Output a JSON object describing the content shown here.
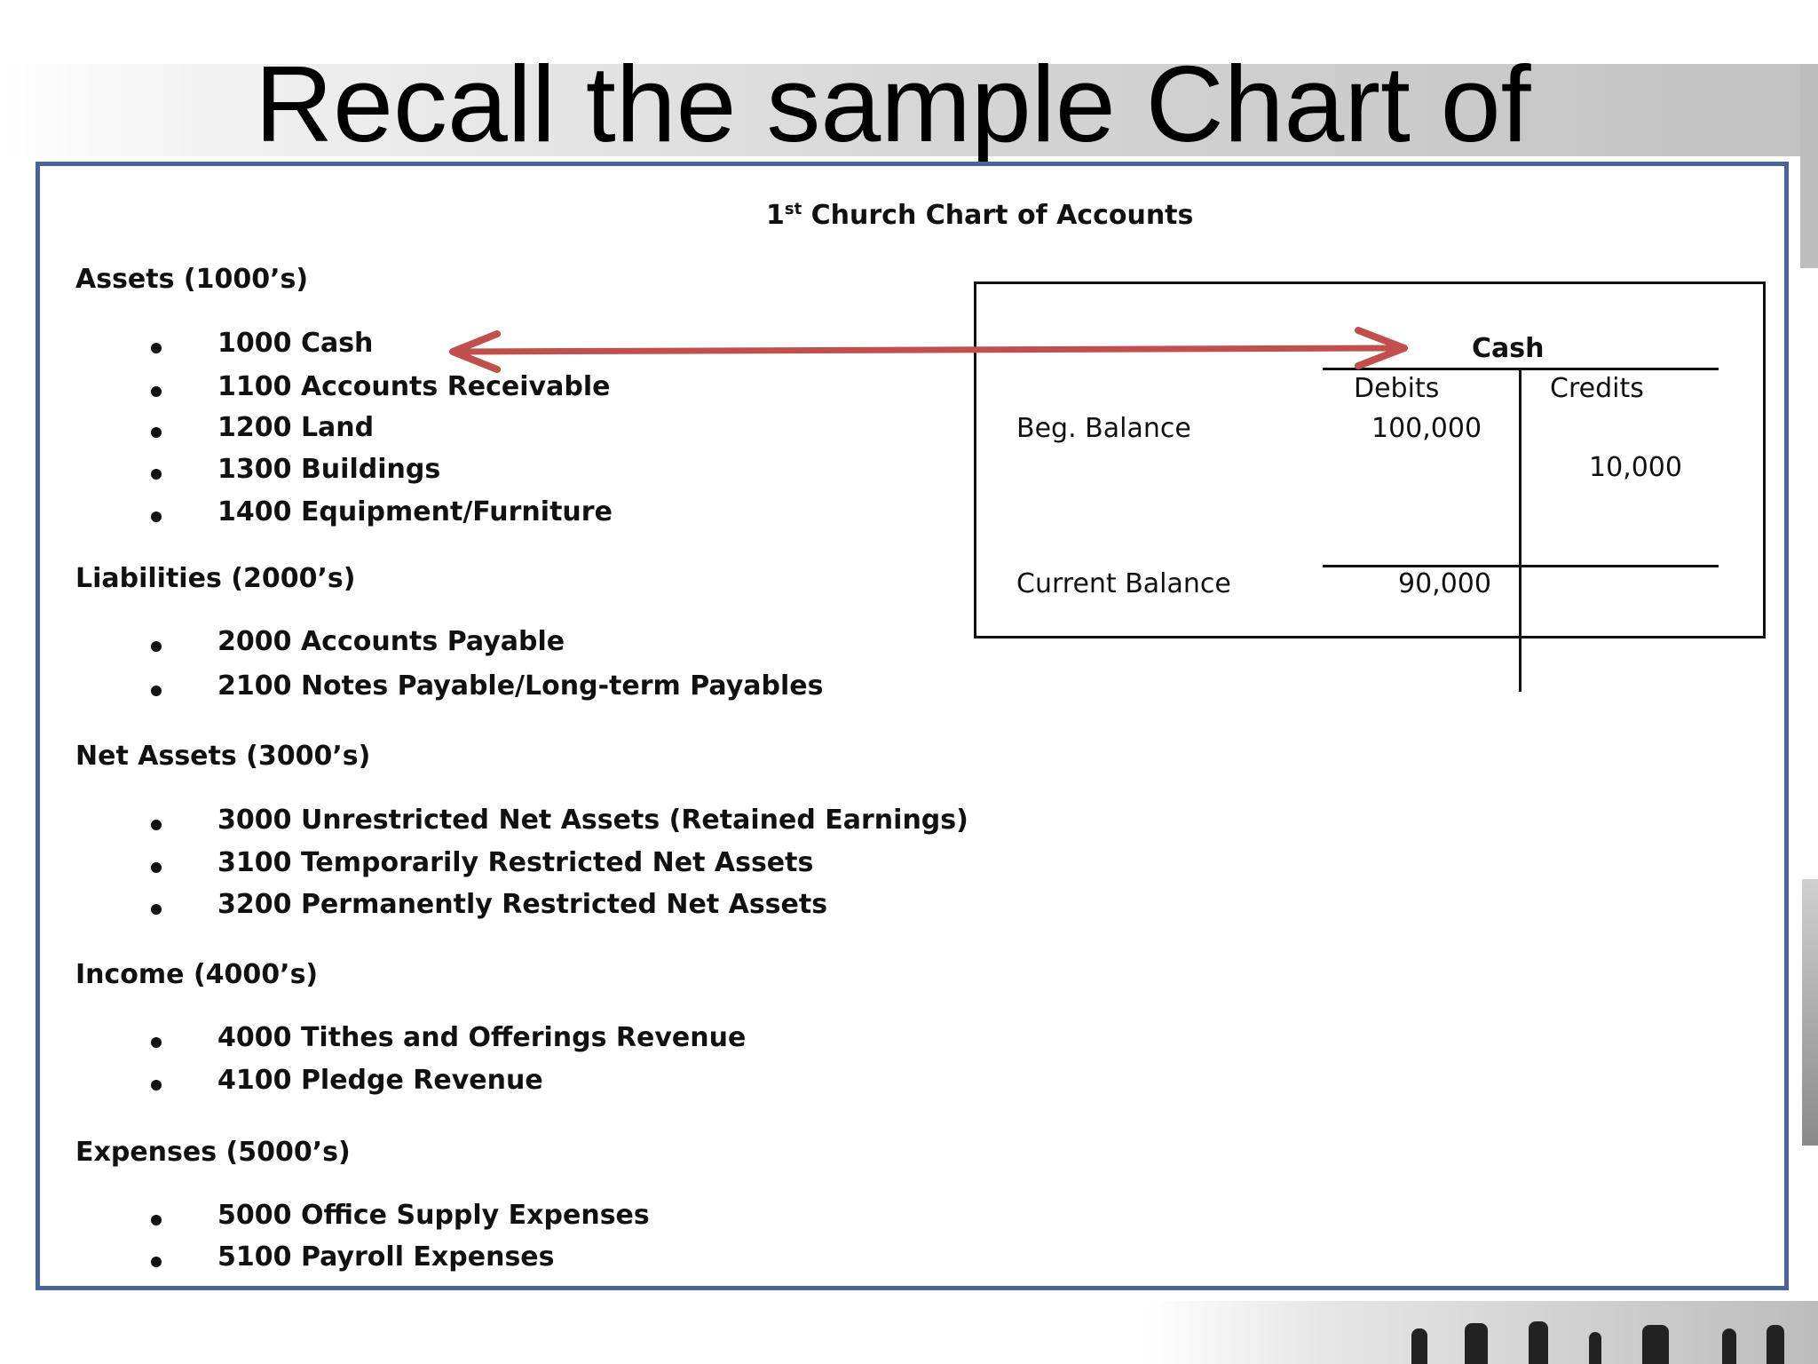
{
  "slide": {
    "title": "Recall the sample Chart of"
  },
  "document": {
    "heading_prefix": "1",
    "heading_sup": "st",
    "heading_rest": " Church Chart of Accounts",
    "sections": [
      {
        "heading": "Assets (1000’s)",
        "items": [
          "1000  Cash",
          "1100  Accounts Receivable",
          "1200  Land",
          "1300  Buildings",
          "1400  Equipment/Furniture"
        ]
      },
      {
        "heading": "Liabilities (2000’s)",
        "items": [
          "2000  Accounts Payable",
          "2100  Notes Payable/Long-term Payables"
        ]
      },
      {
        "heading": "Net Assets (3000’s)",
        "items": [
          "3000  Unrestricted Net Assets (Retained Earnings)",
          "3100  Temporarily Restricted Net Assets",
          "3200  Permanently Restricted Net Assets"
        ]
      },
      {
        "heading": "Income (4000’s)",
        "items": [
          "4000  Tithes and Offerings Revenue",
          "4100  Pledge Revenue"
        ]
      },
      {
        "heading": "Expenses (5000’s)",
        "items": [
          "5000  Office Supply Expenses",
          "5100  Payroll Expenses"
        ]
      }
    ]
  },
  "t_account": {
    "title": "Cash",
    "debits_label": "Debits",
    "credits_label": "Credits",
    "beg_label": "Beg. Balance",
    "beg_debit": "100,000",
    "credit_entry": "10,000",
    "current_label": "Current Balance",
    "current_debit": "90,000"
  },
  "colors": {
    "arrow": "#c0504d",
    "frame": "#4a6496"
  }
}
